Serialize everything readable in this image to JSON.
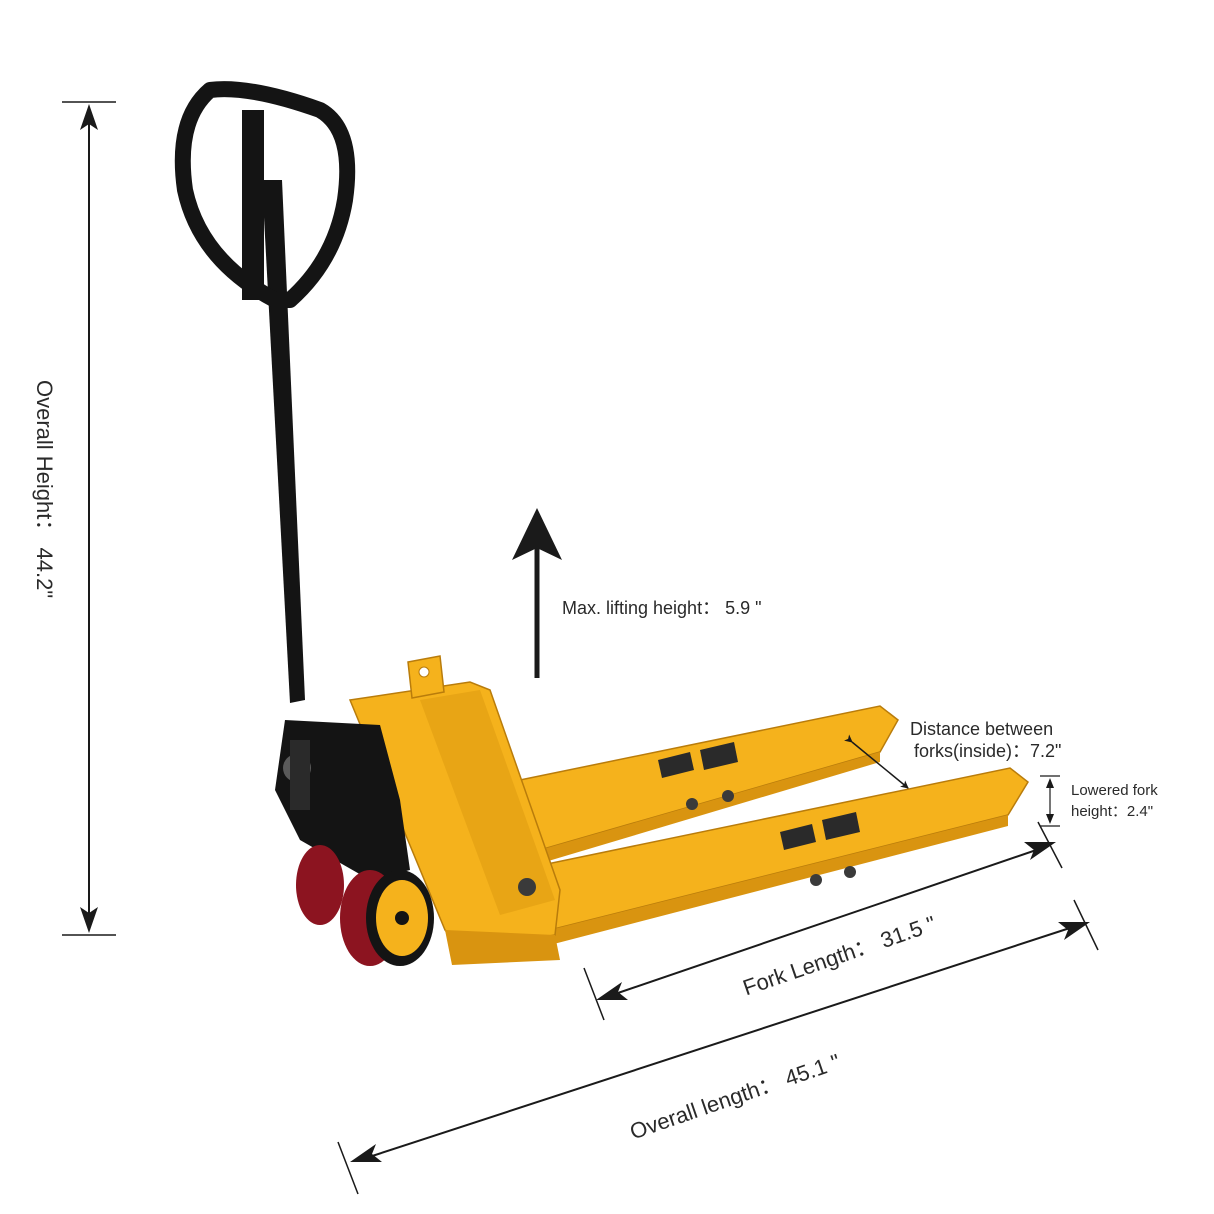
{
  "dimensions": {
    "overall_height": {
      "label": "Overall Height：",
      "value": "44.2\""
    },
    "max_lifting_height": {
      "label": "Max. lifting height：",
      "value": "5.9 \""
    },
    "distance_between_forks": {
      "line1": "Distance between",
      "line2": "forks(inside)：7.2\""
    },
    "lowered_fork_height": {
      "line1": "Lowered fork",
      "line2": "height：2.4\""
    },
    "fork_length": {
      "label": "Fork Length：",
      "value": "31.5 \""
    },
    "overall_length": {
      "label": "Overall length：",
      "value": "45.1 \""
    }
  },
  "colors": {
    "body_yellow": "#f5b21c",
    "body_shade": "#d99410",
    "handle_black": "#141414",
    "wheel_red": "#8c1420",
    "line": "#1a1a1a",
    "text": "#2a2a2a"
  }
}
